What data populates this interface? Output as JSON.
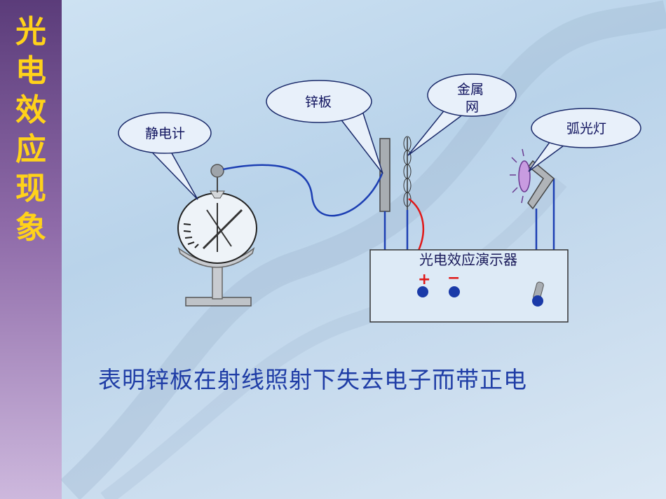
{
  "title_chars": [
    "光",
    "电",
    "效",
    "应",
    "现",
    "象"
  ],
  "labels": {
    "electroscope": "静电计",
    "zinc_plate": "锌板",
    "metal_mesh_line1": "金属",
    "metal_mesh_line2": "网",
    "arc_lamp": "弧光灯",
    "demo_box": "光电效应演示器",
    "plus": "+",
    "minus": "−"
  },
  "caption": "表明锌板在射线照射下失去电子而带正电",
  "colors": {
    "title": "#ffd21a",
    "sidebar": "#7a5a98",
    "wire_blue": "#1d3fb3",
    "wire_red": "#e01818",
    "terminal": "#1a3aa8",
    "caption": "#1f3da6",
    "lamp": "#c89be0"
  }
}
